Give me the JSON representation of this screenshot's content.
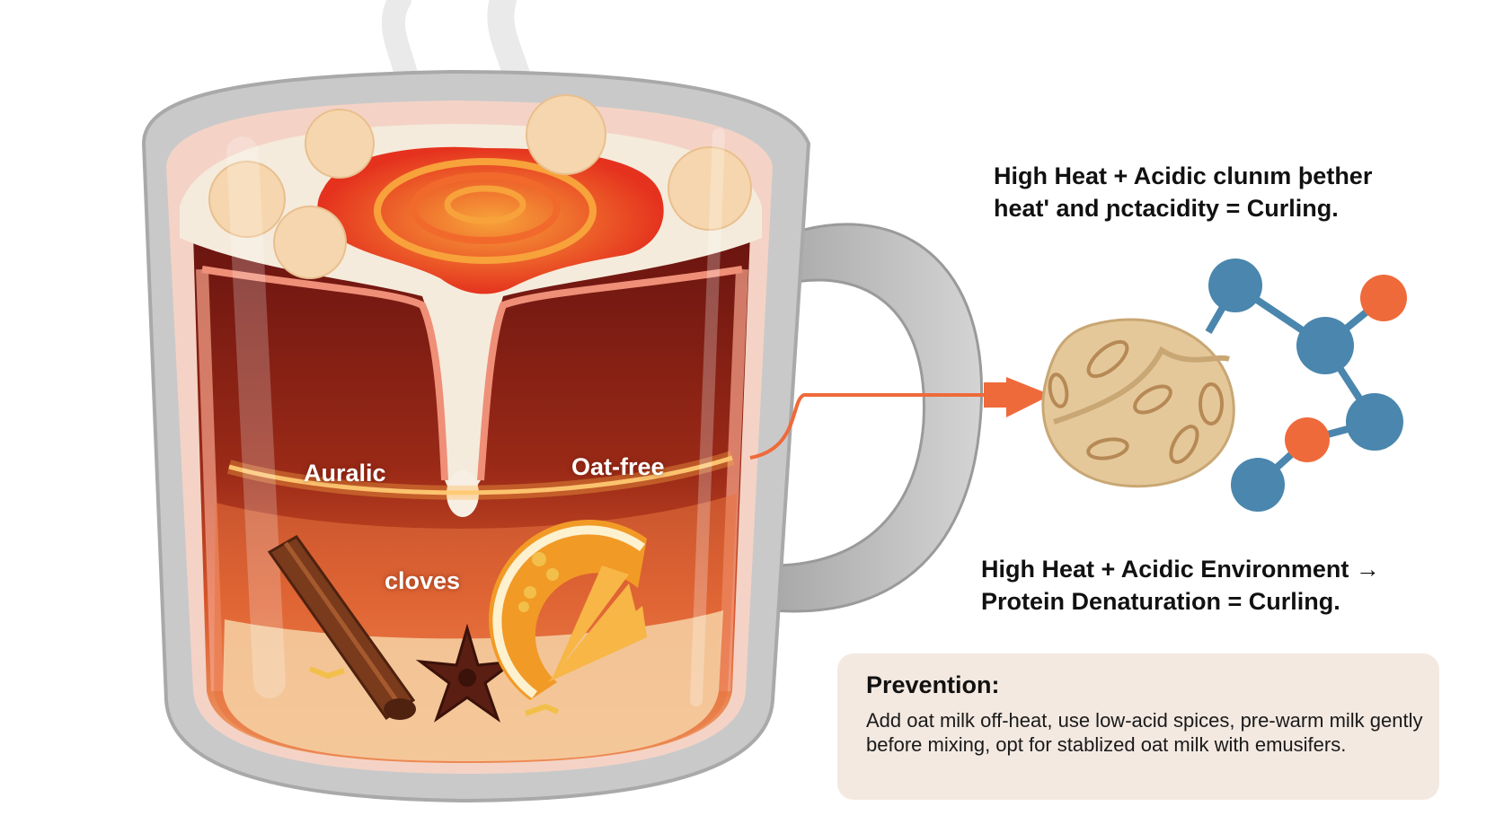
{
  "labels": {
    "left_layer": "Auralic",
    "right_layer": "Oat-free",
    "spice": "cloves"
  },
  "notes": {
    "top_line1": "High Heat + Acidic clunım þether",
    "top_line2": "heat' and ɲctacidity = Curling.",
    "mid_line1": "High Heat + Acidic Environment →",
    "mid_line2": "Protein Denaturation = Curling."
  },
  "prevention": {
    "title": "Prevention:",
    "body": "Add oat milk off-heat, use low-acid spices, pre-warm milk gently before mixing, opt for stablized oat milk with emusifers."
  },
  "colors": {
    "arrow": "#ef6a3a",
    "molecule_blue": "#4a86ad",
    "molecule_orange": "#ef6a3a",
    "mug": "#c9c9c9",
    "tea": "#8e2516",
    "curdle": "#e8442a",
    "prevention_bg": "#f3e9e1"
  }
}
